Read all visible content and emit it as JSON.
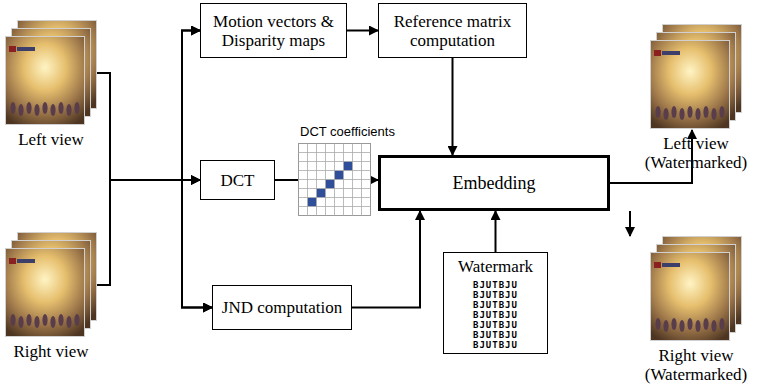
{
  "diagram": {
    "nodes": [
      {
        "text": [
          "Left view"
        ]
      },
      {
        "text": [
          "Motion vectors & Disparity maps"
        ]
      },
      {
        "text": [
          "Reference matrix computation"
        ]
      },
      {
        "text": [
          "DCT"
        ]
      },
      {
        "text": [
          "Embedding"
        ]
      },
      {
        "text": [
          "Left view (Watermarked)"
        ]
      },
      {
        "text": [
          "Right view"
        ]
      },
      {
        "text": [
          "JND computation"
        ]
      },
      {
        "text": [
          "Watermark",
          "BJUTBJU BJUTBJU BJUTBJU BJUTBJU BJUTBJU BJUTBJU BJUTBJU"
        ]
      },
      {
        "text": [
          "Right view (Watermarked)"
        ]
      }
    ],
    "edges": [
      {
        "from": 0,
        "to": 1,
        "arrow": "to"
      },
      {
        "from": 0,
        "to": 3,
        "arrow": "to"
      },
      {
        "from": 0,
        "to": 7,
        "arrow": "to"
      },
      {
        "from": 6,
        "to": 1,
        "arrow": "to"
      },
      {
        "from": 6,
        "to": 3,
        "arrow": "to"
      },
      {
        "from": 6,
        "to": 7,
        "arrow": "to"
      },
      {
        "from": 1,
        "to": 2,
        "arrow": "to"
      },
      {
        "from": 2,
        "to": 4,
        "arrow": "to"
      },
      {
        "from": 3,
        "to": 4,
        "arrow": "to"
      },
      {
        "from": 7,
        "to": 4,
        "arrow": "to"
      },
      {
        "from": 8,
        "to": 4,
        "arrow": "to"
      },
      {
        "from": 4,
        "to": 5,
        "arrow": "to"
      },
      {
        "from": 4,
        "to": 9,
        "arrow": "to"
      }
    ],
    "labels": [
      "DCT coefficients"
    ]
  }
}
